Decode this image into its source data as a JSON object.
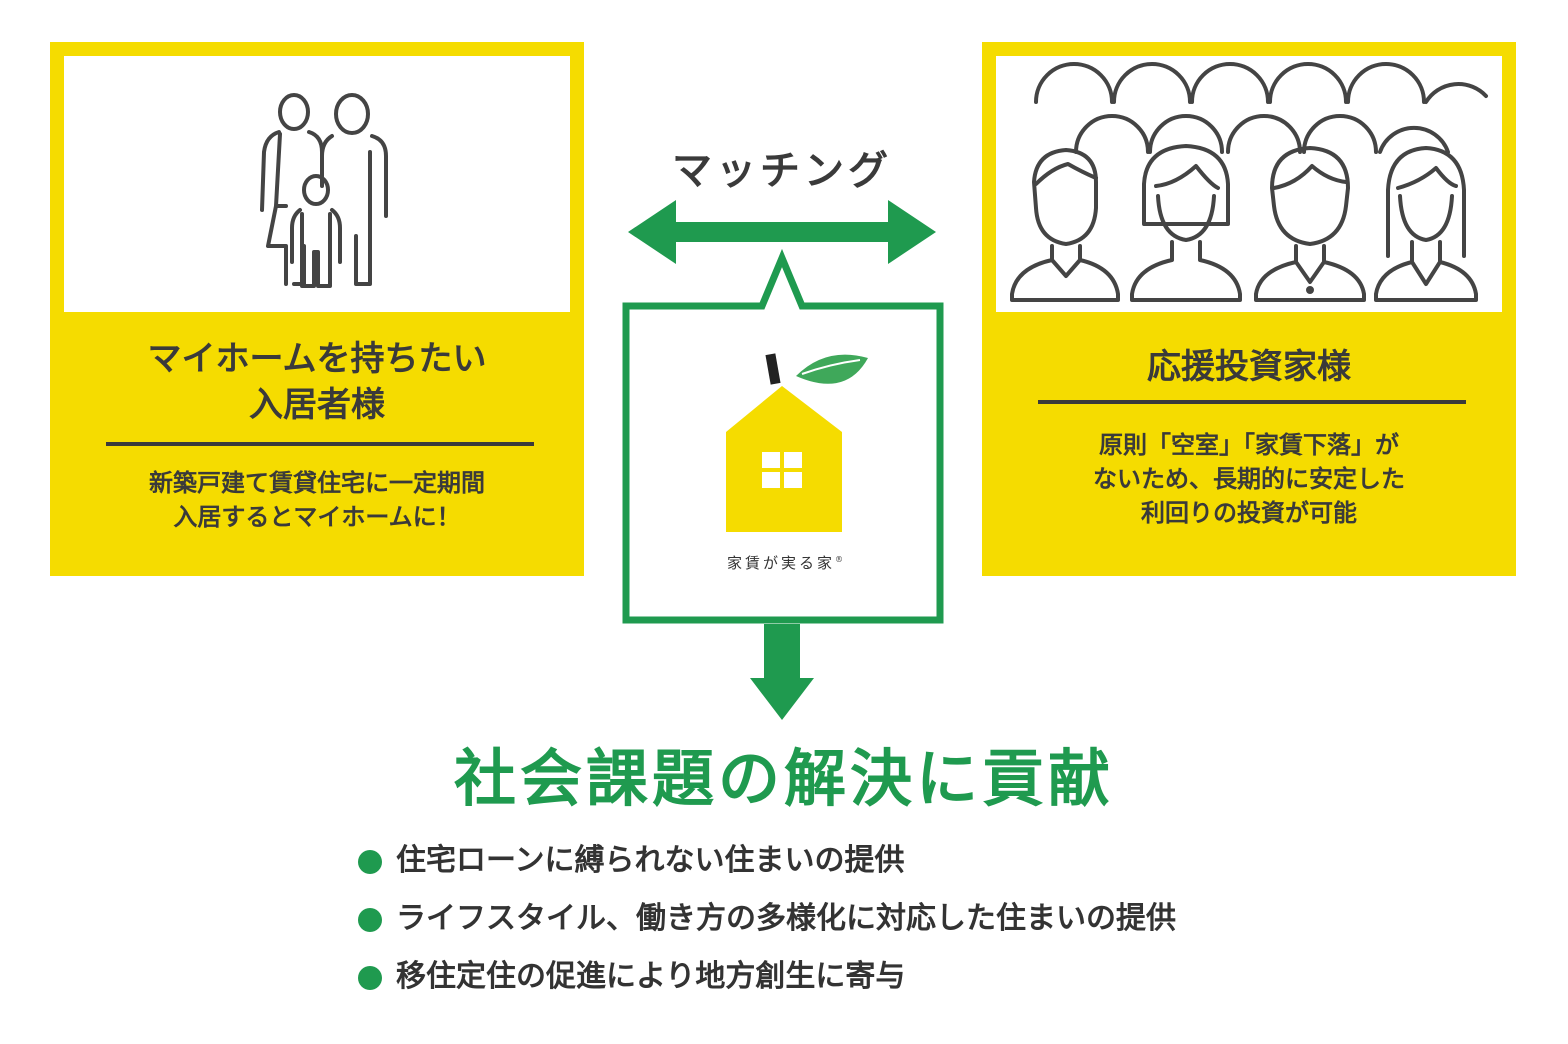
{
  "colors": {
    "panel_yellow": "#f5dc00",
    "accent_green": "#1f9a4f",
    "text_dark": "#3a3a3a"
  },
  "left_panel": {
    "title_line1": "マイホームを持ちたい",
    "title_line2": "入居者様",
    "desc_line1": "新築戸建て賃貸住宅に一定期間",
    "desc_line2": "入居するとマイホームに！",
    "icon": "family-icon"
  },
  "right_panel": {
    "title": "応援投資家様",
    "desc_line1": "原則「空室」「家賃下落」が",
    "desc_line2": "ないため、長期的に安定した",
    "desc_line3": "利回りの投資が可能",
    "icon": "investors-crowd-icon"
  },
  "center": {
    "matching_label": "マッチング",
    "logo_caption": "家賃が実る家",
    "logo_mark": "®",
    "logo_icon": "lemon-house-logo"
  },
  "main_heading": "社会課題の解決に貢献",
  "benefits": [
    "住宅ローンに縛られない住まいの提供",
    "ライフスタイル、働き方の多様化に対応した住まいの提供",
    "移住定住の促進により地方創生に寄与"
  ]
}
